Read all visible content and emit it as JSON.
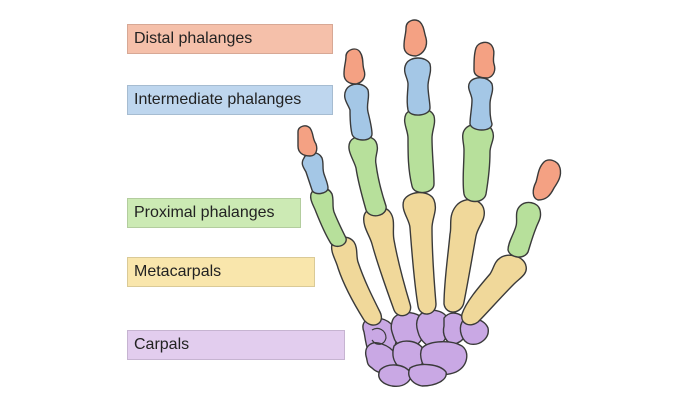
{
  "labels": {
    "distal": "Distal phalanges",
    "intermediate": "Intermediate phalanges",
    "proximal": "Proximal phalanges",
    "metacarpals": "Metacarpals",
    "carpals": "Carpals"
  },
  "colors": {
    "distal": "#f4a183",
    "intermediate": "#a4c7e6",
    "proximal": "#b7e09b",
    "metacarpals": "#f0d89a",
    "carpals": "#c9a8e4",
    "distal_box": "#f5c0aa",
    "intermediate_box": "#bed6ee",
    "proximal_box": "#cceab4",
    "metacarpals_box": "#f9e6ac",
    "carpals_box": "#e2cdee"
  }
}
